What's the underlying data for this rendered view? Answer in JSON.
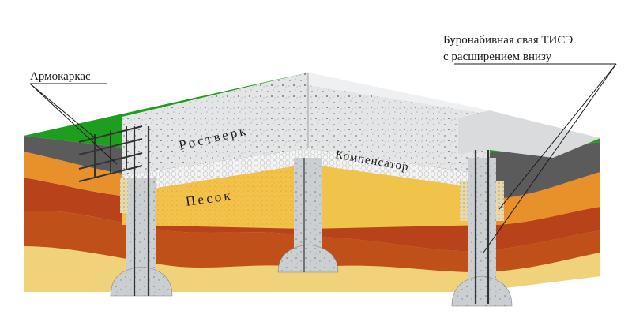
{
  "labels": {
    "armokarkas": "Армокаркас",
    "svaya_line1": "Буронабивная свая ТИСЭ",
    "svaya_line2": "с расширением внизу",
    "rostverk": "Ростверк",
    "kompensator": "Компенсатор",
    "pesok": "Песок"
  },
  "colors": {
    "grass": "#1e9e1e",
    "soil_dark": "#5a5a5a",
    "soil_orange": "#e8902a",
    "soil_brown": "#b04a17",
    "soil_red": "#c0501a",
    "soil_sand_yellow": "#f0d27a",
    "sand_layer": "#f2bf3a",
    "concrete": "#e4e6e8",
    "concrete_side": "#d4d6d8",
    "compensator": "#f4f4f4",
    "pile": "#cfd2d4",
    "rebar": "#333333"
  }
}
